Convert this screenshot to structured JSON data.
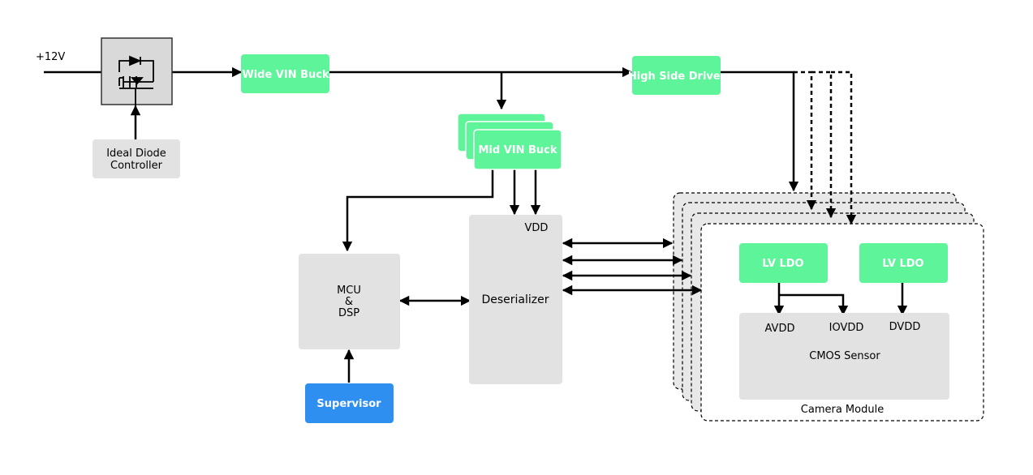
{
  "input_label": "+12V",
  "blocks": {
    "ideal_diode": {
      "line1": "Ideal Diode",
      "line2": "Controller"
    },
    "wide_vin_buck": {
      "label": "Wide VIN Buck"
    },
    "high_side_driver": {
      "label": "High Side Driver"
    },
    "mid_vin_buck": {
      "label": "Mid VIN Buck"
    },
    "mcu_dsp": {
      "line1": "MCU",
      "line2": "&",
      "line3": "DSP"
    },
    "supervisor": {
      "label": "Supervisor"
    },
    "deserializer": {
      "label": "Deserializer",
      "vdd_label": "VDD"
    },
    "camera_module": {
      "label": "Camera Module",
      "ldo_left": "LV LDO",
      "ldo_right": "LV LDO",
      "sensor": "CMOS Sensor",
      "avdd": "AVDD",
      "iovdd": "IOVDD",
      "dvdd": "DVDD"
    }
  },
  "colors": {
    "green": "#5ef59a",
    "blue": "#2f8ff0",
    "gray_block": "#e2e2e2",
    "mosfet_fill": "#d9d9d9",
    "line": "#000000"
  }
}
